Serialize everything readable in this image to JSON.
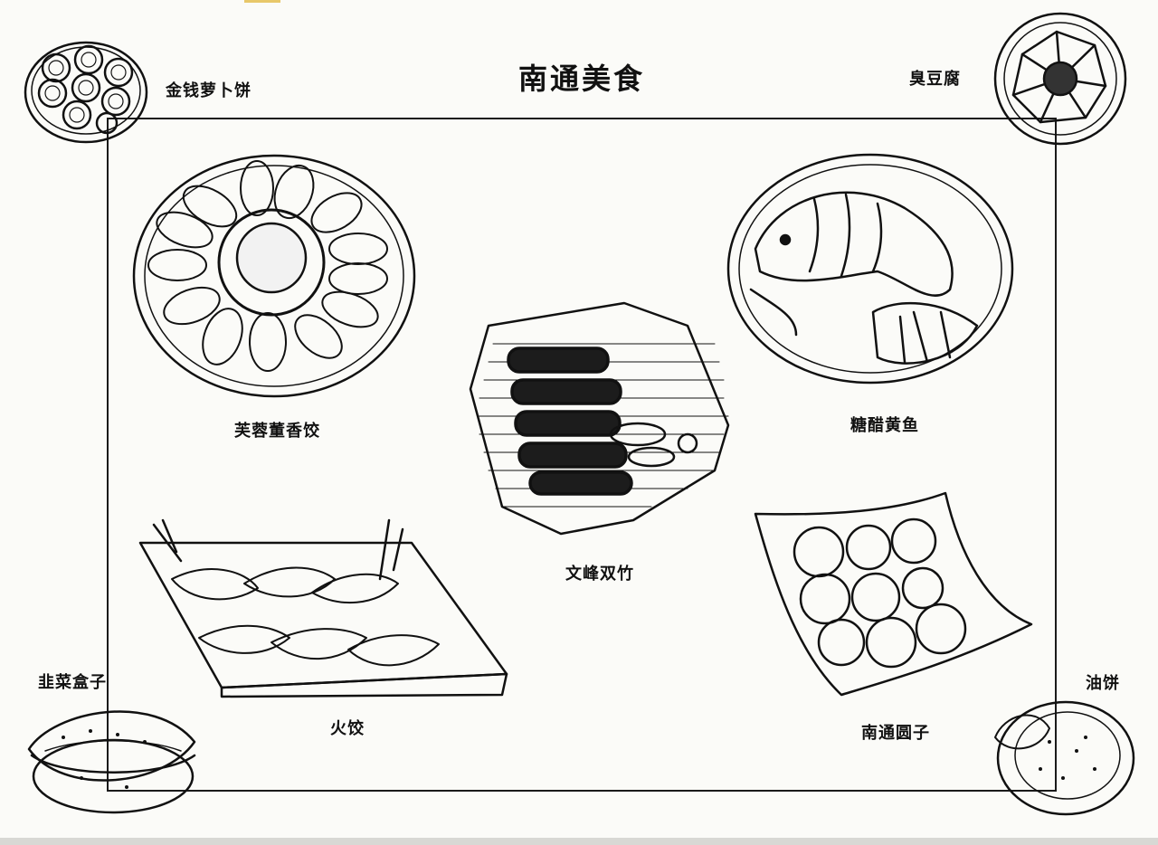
{
  "title": "南通美食",
  "corners": {
    "top_left": "金钱萝卜饼",
    "top_right": "臭豆腐",
    "bottom_left": "韭菜盒子",
    "bottom_right": "油饼"
  },
  "dishes": {
    "plate_dumplings": "芙蓉董香饺",
    "fish": "糖醋黄鱼",
    "bamboo": "文峰双竹",
    "square_dumplings": "火饺",
    "meatballs": "南通圆子"
  },
  "colors": {
    "ink": "#111111",
    "paper": "#fbfbf8"
  }
}
